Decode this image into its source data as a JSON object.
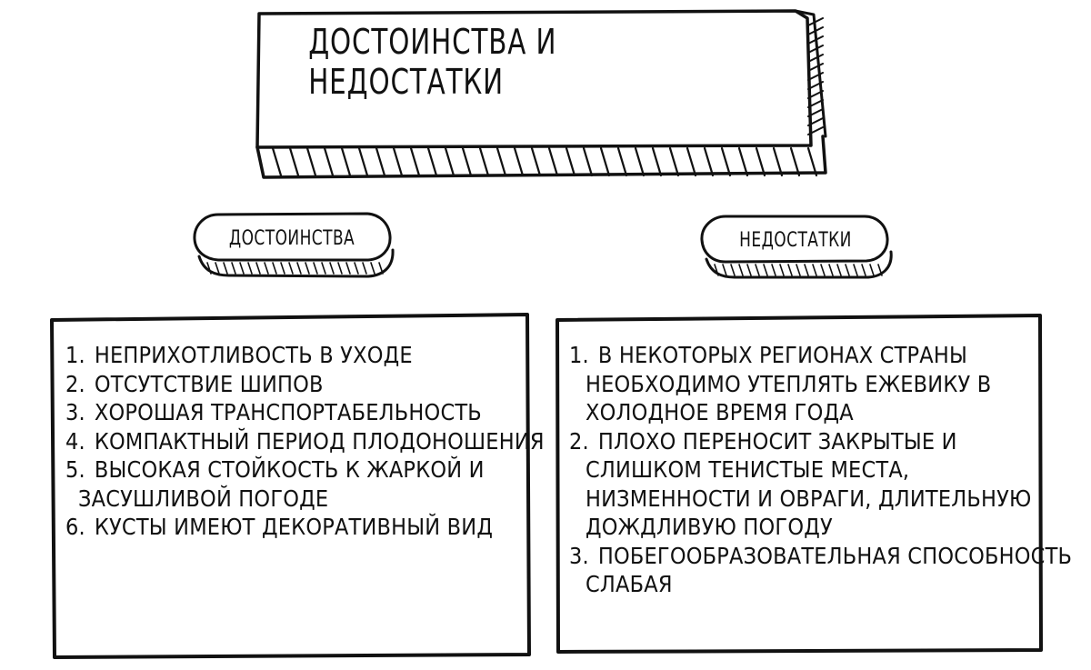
{
  "title": "ДОСТОИНСТВА И НЕДОСТАТКИ",
  "advantages": {
    "heading": "ДОСТОИНСТВА",
    "items": [
      {
        "num": "1.",
        "lines": [
          "НЕПРИХОТЛИВОСТЬ В УХОДЕ"
        ]
      },
      {
        "num": "2.",
        "lines": [
          "ОТСУТСТВИЕ ШИПОВ"
        ]
      },
      {
        "num": "3.",
        "lines": [
          "ХОРОШАЯ ТРАНСПОРТАБЕЛЬНОСТЬ"
        ]
      },
      {
        "num": "4.",
        "lines": [
          "КОМПАКТНЫЙ ПЕРИОД ПЛОДОНОШЕНИЯ"
        ]
      },
      {
        "num": "5.",
        "lines": [
          "ВЫСОКАЯ СТОЙКОСТЬ К ЖАРКОЙ И",
          "ЗАСУШЛИВОЙ ПОГОДЕ"
        ]
      },
      {
        "num": "6.",
        "lines": [
          "КУСТЫ ИМЕЮТ ДЕКОРАТИВНЫЙ ВИД"
        ]
      }
    ]
  },
  "disadvantages": {
    "heading": "НЕДОСТАТКИ",
    "items": [
      {
        "num": "1.",
        "lines": [
          "В НЕКОТОРЫХ РЕГИОНАХ СТРАНЫ",
          "НЕОБХОДИМО УТЕПЛЯТЬ ЕЖЕВИКУ В",
          "ХОЛОДНОЕ ВРЕМЯ ГОДА"
        ]
      },
      {
        "num": "2.",
        "lines": [
          "ПЛОХО ПЕРЕНОСИТ ЗАКРЫТЫЕ И",
          "СЛИШКОМ ТЕНИСТЫЕ МЕСТА,",
          "НИЗМЕННОСТИ И ОВРАГИ, ДЛИТЕЛЬНУЮ",
          "ДОЖДЛИВУЮ ПОГОДУ"
        ]
      },
      {
        "num": "3.",
        "lines": [
          "ПОБЕГООБРАЗОВАТЕЛЬНАЯ СПОСОБНОСТЬ",
          "СЛАБАЯ"
        ]
      }
    ]
  }
}
